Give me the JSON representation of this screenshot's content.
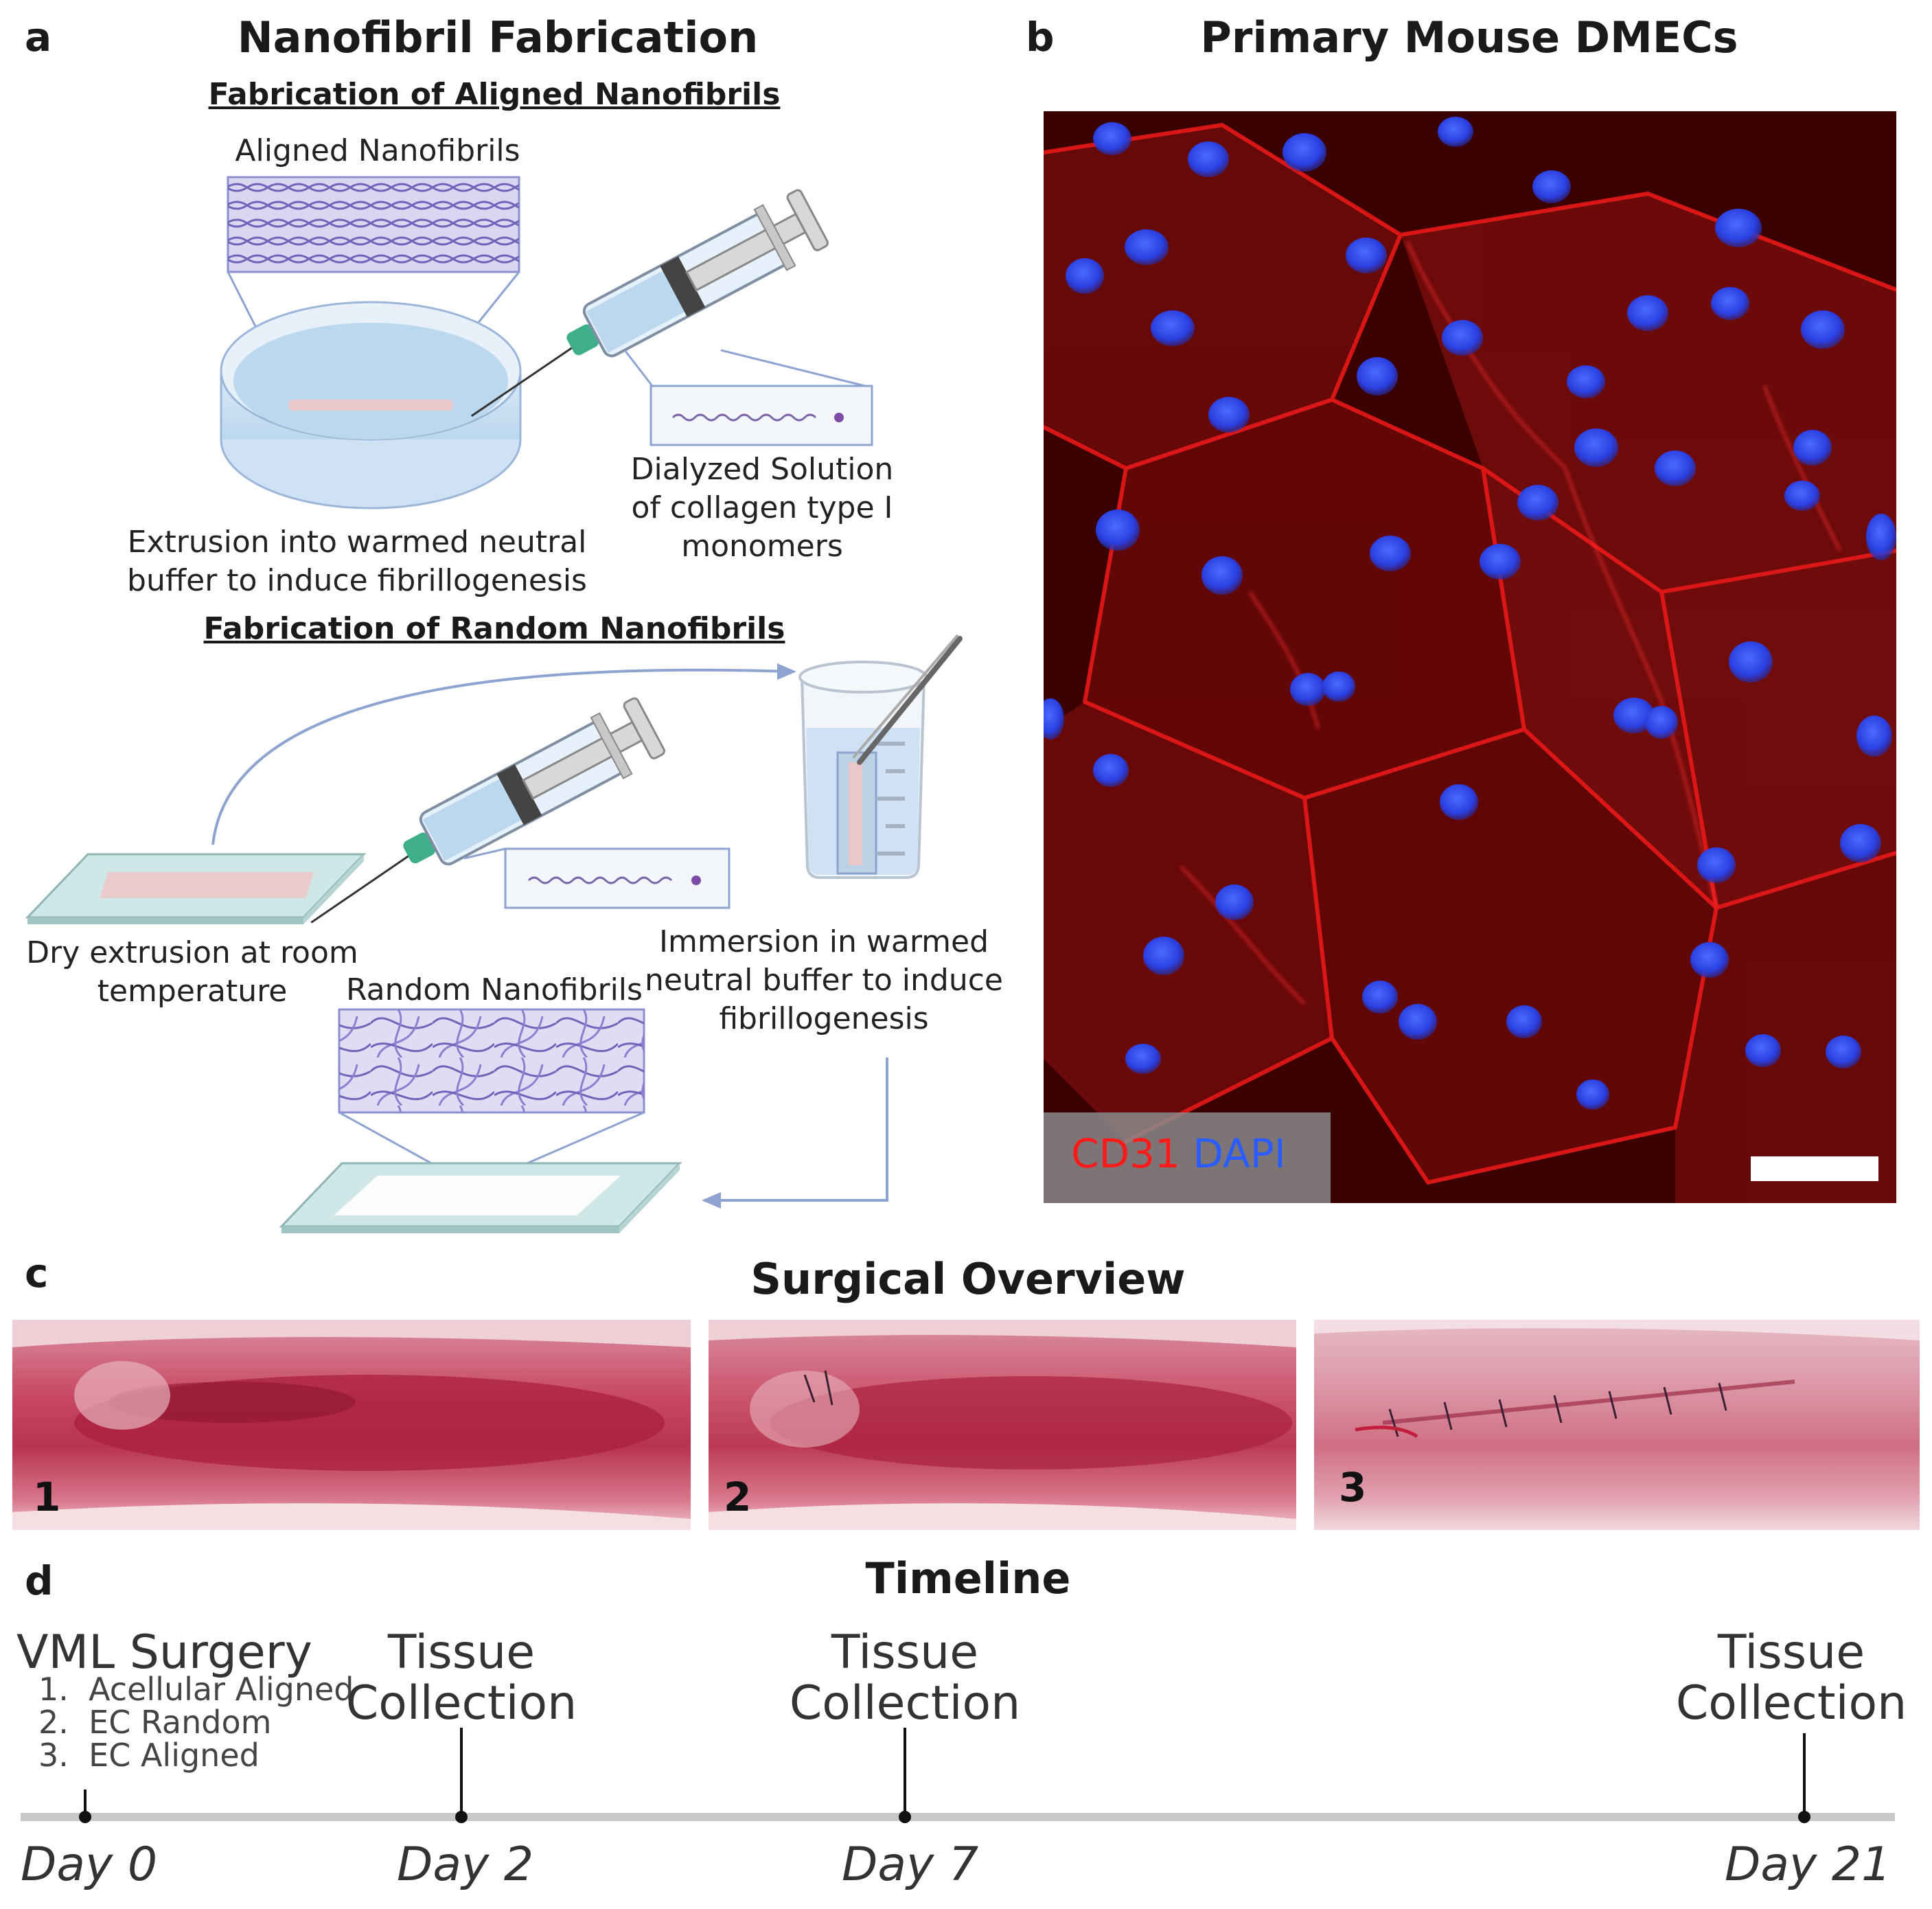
{
  "panel_a": {
    "letter": "a",
    "title": "Nanofibril Fabrication",
    "aligned_heading": "Fabrication of Aligned Nanofibrils",
    "aligned_label": "Aligned Nanofibrils",
    "extrusion_label": [
      "Extrusion into warmed neutral",
      "buffer to induce fibrillogenesis"
    ],
    "dialyzed_label": [
      "Dialyzed Solution",
      "of collagen type I",
      "monomers"
    ],
    "random_heading": "Fabrication of Random Nanofibrils",
    "dry_label": [
      "Dry extrusion at room",
      "temperature"
    ],
    "random_label": "Random Nanofibrils",
    "immersion_label": [
      "Immersion in warmed",
      "neutral buffer to induce",
      "fibrillogenesis"
    ]
  },
  "panel_b": {
    "letter": "b",
    "title": "Primary Mouse DMECs",
    "stain_1": "CD31",
    "stain_2": "DAPI",
    "colors": {
      "cd31": "#ff1a1a",
      "dapi": "#2a5cff"
    }
  },
  "panel_c": {
    "letter": "c",
    "title": "Surgical Overview",
    "photos": [
      "1",
      "2",
      "3"
    ]
  },
  "panel_d": {
    "letter": "d",
    "title": "Timeline",
    "events": [
      {
        "heading": [
          "VML Surgery"
        ],
        "day": "Day 0"
      },
      {
        "heading": [
          "Tissue",
          "Collection"
        ],
        "day": "Day 2"
      },
      {
        "heading": [
          "Tissue",
          "Collection"
        ],
        "day": "Day 7"
      },
      {
        "heading": [
          "Tissue",
          "Collection"
        ],
        "day": "Day 21"
      }
    ],
    "groups": [
      "Acellular Aligned",
      "EC Random",
      "EC Aligned"
    ]
  }
}
